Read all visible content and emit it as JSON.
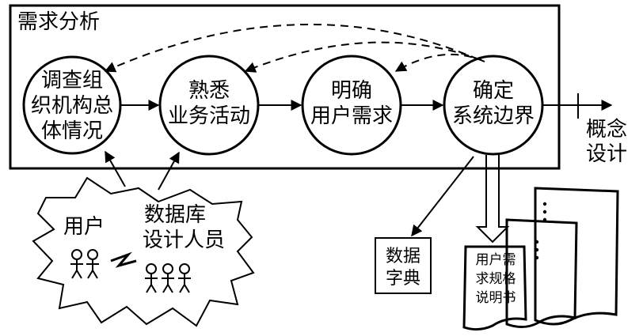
{
  "frame_title": "需求分析",
  "steps": [
    {
      "lines": [
        "调查组",
        "织机构总",
        "体情况"
      ]
    },
    {
      "lines": [
        "熟悉",
        "业务活动"
      ]
    },
    {
      "lines": [
        "明确",
        "用户需求"
      ]
    },
    {
      "lines": [
        "确定",
        "系统边界"
      ]
    }
  ],
  "output": {
    "lines": [
      "概念",
      "设计"
    ]
  },
  "participants": {
    "user_label": "用户",
    "designer_label": [
      "数据库",
      "设计人员"
    ]
  },
  "data_dictionary": {
    "lines": [
      "数据",
      "字典"
    ]
  },
  "spec_doc": {
    "lines": [
      "用户需",
      "求规格",
      "说明书"
    ]
  }
}
